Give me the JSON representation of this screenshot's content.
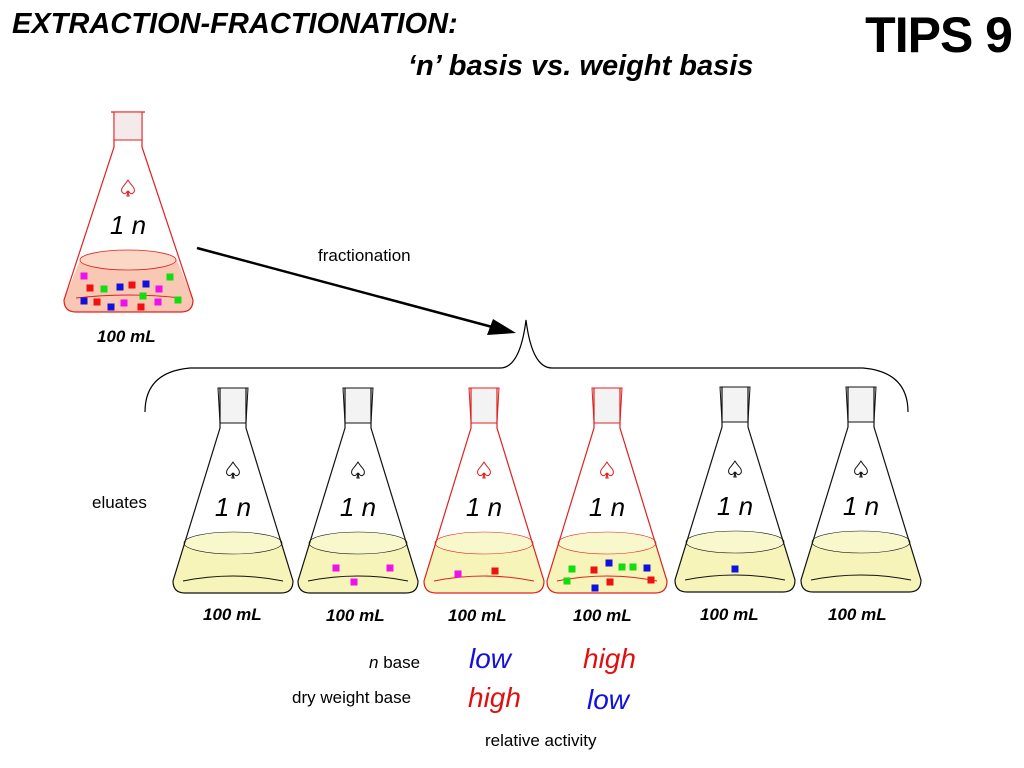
{
  "title": {
    "line1": "EXTRACTION-FRACTIONATION:",
    "line2": "‘n’ basis vs. weight basis",
    "badge": "TIPS 9"
  },
  "colors": {
    "red_flask": "#e02020",
    "black_flask": "#111111",
    "top_liquid": "#f8c8b4",
    "eluate_liquid": "#f6f4b8",
    "magenta": "#ee11ee",
    "red": "#ee1111",
    "green": "#11dd11",
    "blue": "#1111dd",
    "low_text": "#1010e0",
    "high_text": "#e01010"
  },
  "source_flask": {
    "label": "1 n",
    "volume": "100 mL",
    "particles": [
      "magenta",
      "red",
      "green",
      "blue",
      "red",
      "blue",
      "magenta",
      "green",
      "blue",
      "red",
      "blue",
      "magenta",
      "red",
      "green",
      "green",
      "magenta"
    ]
  },
  "arrow_label": "fractionation",
  "eluates_label": "eluates",
  "eluates": [
    {
      "label": "1 n",
      "volume": "100 mL",
      "highlight": false,
      "particles": []
    },
    {
      "label": "1 n",
      "volume": "100 mL",
      "highlight": false,
      "particles": [
        "magenta",
        "magenta",
        "magenta"
      ]
    },
    {
      "label": "1 n",
      "volume": "100 mL",
      "highlight": true,
      "particles": [
        "magenta",
        "red"
      ]
    },
    {
      "label": "1 n",
      "volume": "100 mL",
      "highlight": true,
      "particles": [
        "blue",
        "green",
        "red",
        "green",
        "green",
        "blue",
        "green",
        "red",
        "red",
        "blue"
      ]
    },
    {
      "label": "1 n",
      "volume": "100 mL",
      "highlight": false,
      "particles": [
        "blue"
      ]
    },
    {
      "label": "1 n",
      "volume": "100 mL",
      "highlight": false,
      "particles": []
    }
  ],
  "comparison": {
    "n_base_italic": "n",
    "n_base_label": " base",
    "dry_weight_label": "dry weight base",
    "col3_n": "low",
    "col3_weight": "high",
    "col4_n": "high",
    "col4_weight": "low",
    "footer": "relative activity"
  }
}
